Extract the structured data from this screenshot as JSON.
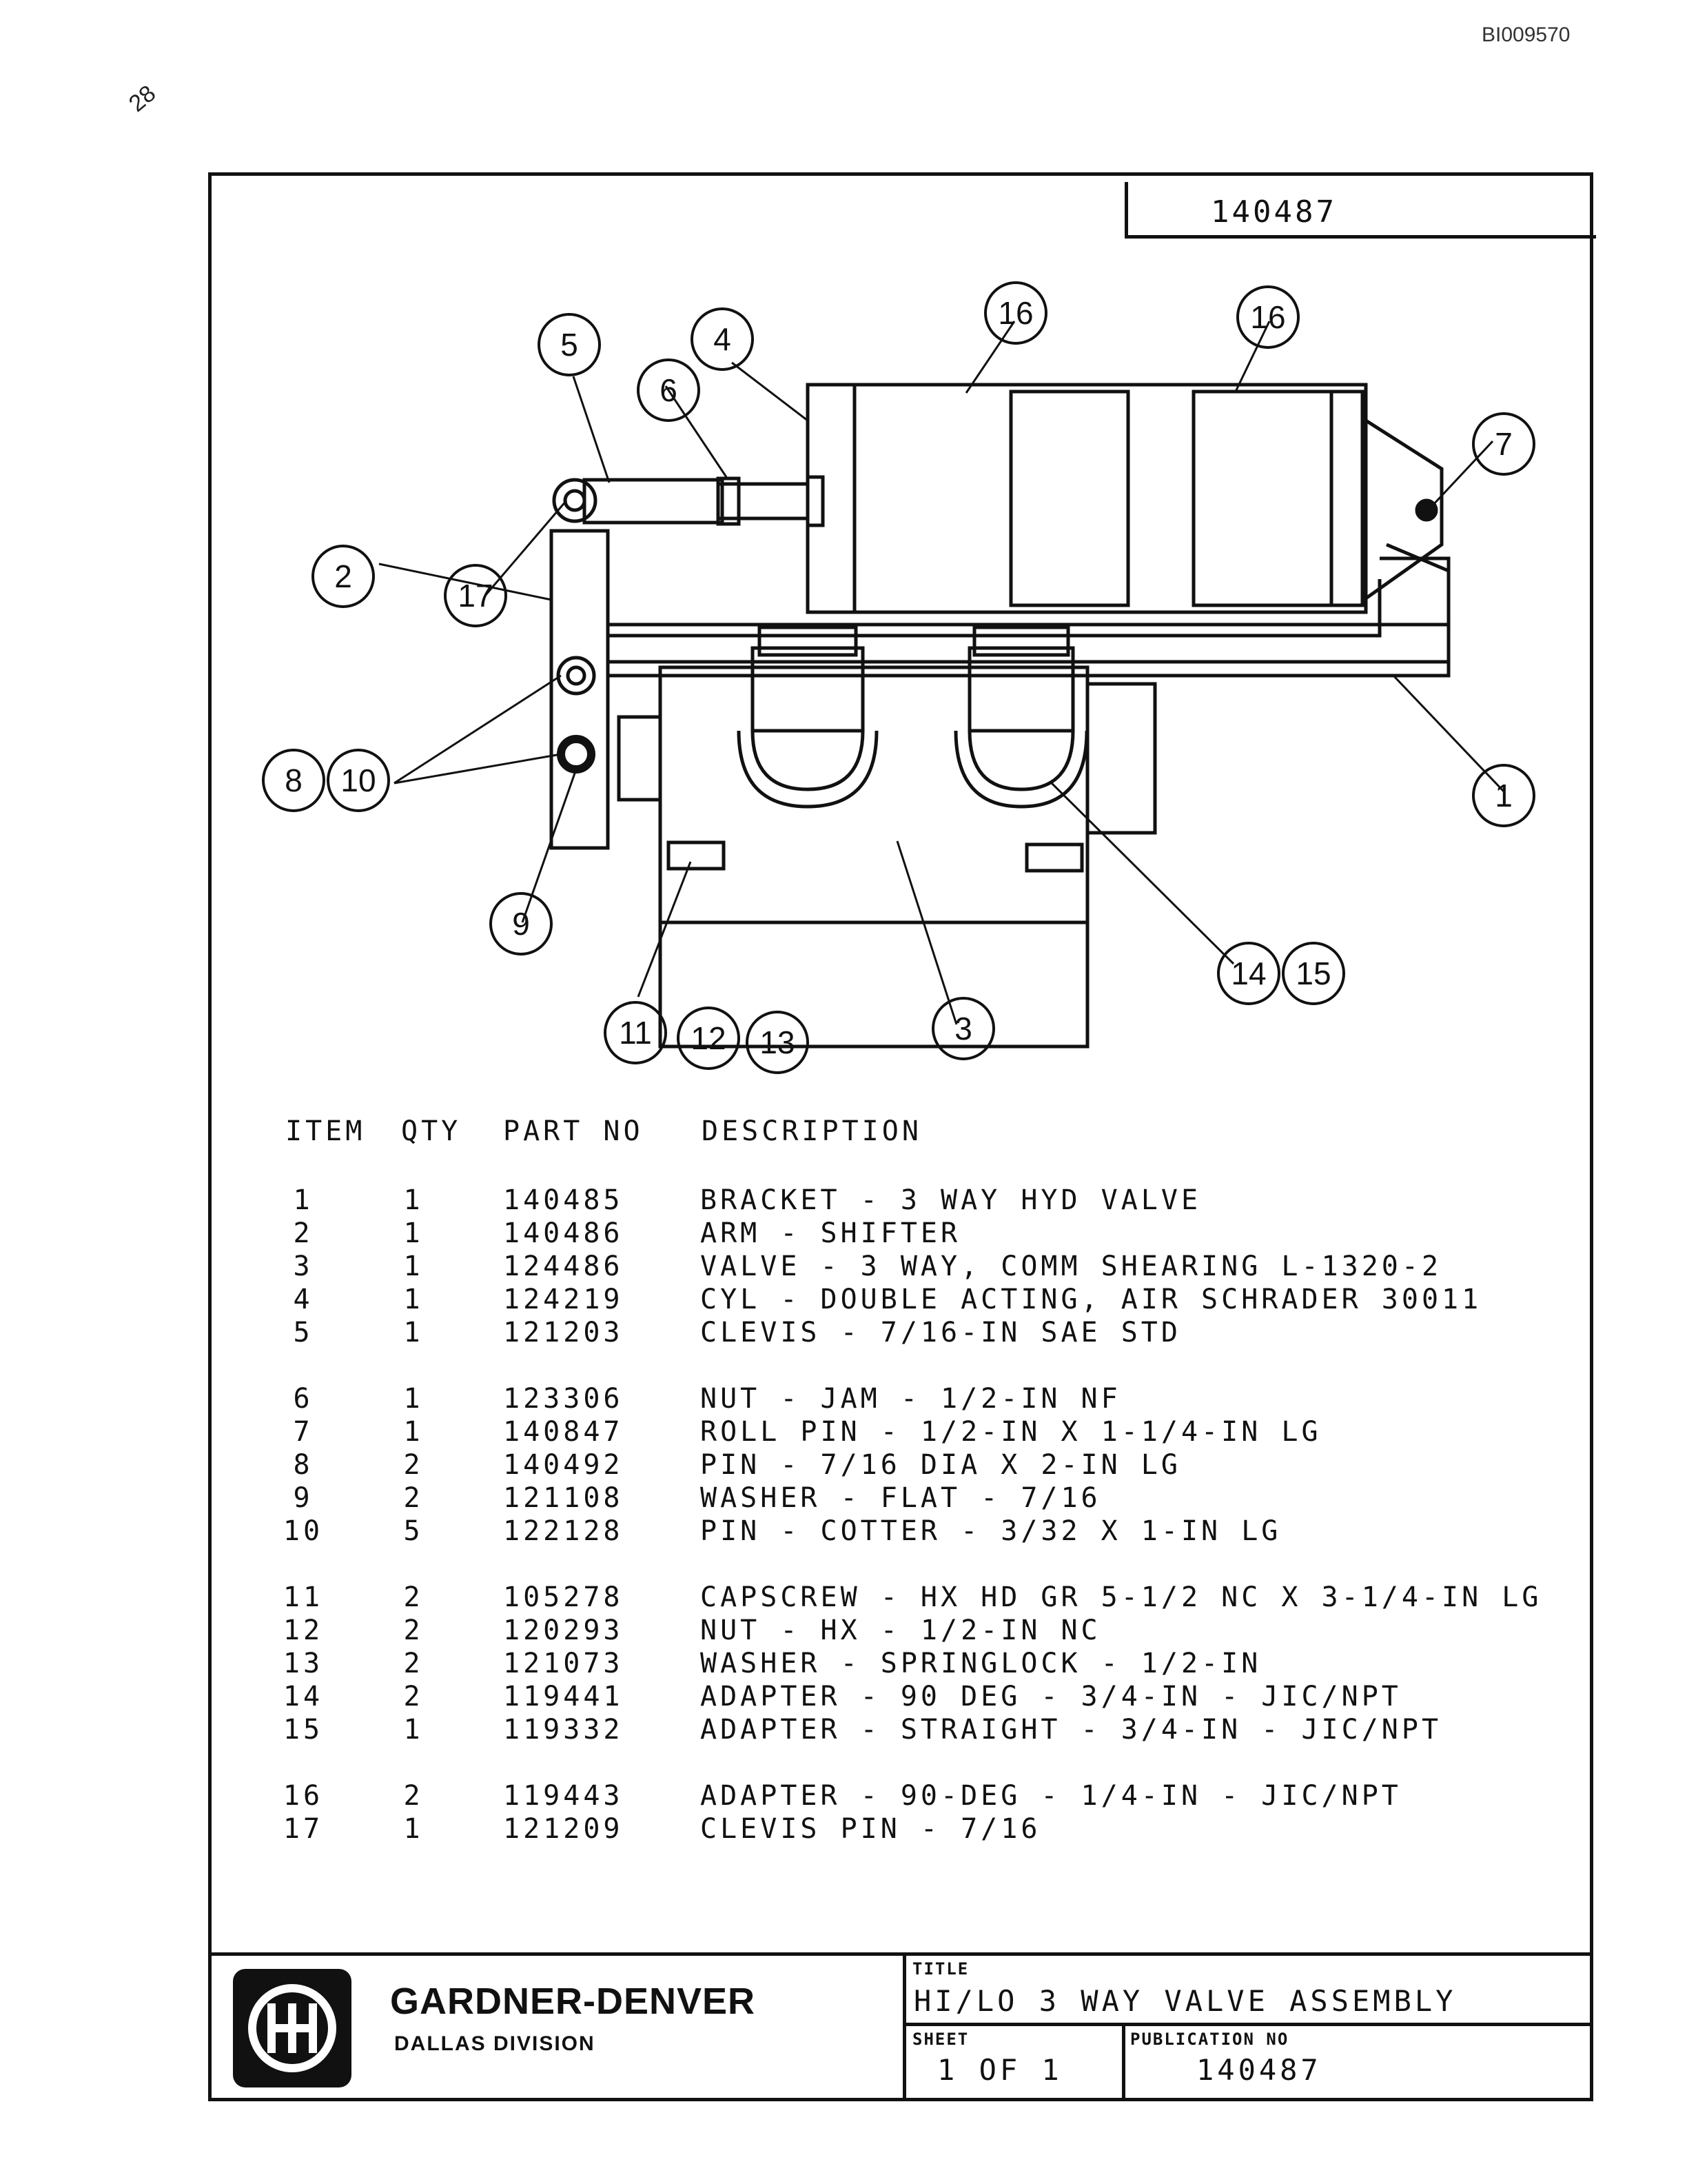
{
  "doc_id": "BI009570",
  "corner_mark": "28",
  "drawing_number": "140487",
  "balloons": [
    "17",
    "5",
    "6",
    "4",
    "16",
    "16",
    "7",
    "2",
    "8",
    "10",
    "9",
    "1",
    "14",
    "15",
    "11",
    "12",
    "13",
    "3"
  ],
  "table": {
    "headers": [
      "ITEM",
      "QTY",
      "PART NO",
      "DESCRIPTION"
    ],
    "rows": [
      [
        "1",
        "1",
        "140485",
        "BRACKET - 3 WAY HYD VALVE"
      ],
      [
        "2",
        "1",
        "140486",
        "ARM - SHIFTER"
      ],
      [
        "3",
        "1",
        "124486",
        "VALVE - 3 WAY, COMM SHEARING L-1320-2"
      ],
      [
        "4",
        "1",
        "124219",
        "CYL - DOUBLE ACTING, AIR SCHRADER 30011"
      ],
      [
        "5",
        "1",
        "121203",
        "CLEVIS - 7/16-IN SAE STD"
      ],
      [
        "6",
        "1",
        "123306",
        "NUT - JAM - 1/2-IN NF"
      ],
      [
        "7",
        "1",
        "140847",
        "ROLL PIN - 1/2-IN X 1-1/4-IN LG"
      ],
      [
        "8",
        "2",
        "140492",
        "PIN - 7/16 DIA X 2-IN LG"
      ],
      [
        "9",
        "2",
        "121108",
        "WASHER - FLAT - 7/16"
      ],
      [
        "10",
        "5",
        "122128",
        "PIN - COTTER - 3/32 X 1-IN LG"
      ],
      [
        "11",
        "2",
        "105278",
        "CAPSCREW - HX HD GR 5-1/2 NC X 3-1/4-IN LG"
      ],
      [
        "12",
        "2",
        "120293",
        "NUT - HX - 1/2-IN NC"
      ],
      [
        "13",
        "2",
        "121073",
        "WASHER - SPRINGLOCK - 1/2-IN"
      ],
      [
        "14",
        "2",
        "119441",
        "ADAPTER - 90 DEG - 3/4-IN - JIC/NPT"
      ],
      [
        "15",
        "1",
        "119332",
        "ADAPTER - STRAIGHT - 3/4-IN - JIC/NPT"
      ],
      [
        "16",
        "2",
        "119443",
        "ADAPTER - 90-DEG - 1/4-IN - JIC/NPT"
      ],
      [
        "17",
        "1",
        "121209",
        "CLEVIS PIN - 7/16"
      ]
    ]
  },
  "title_block": {
    "company": "GARDNER-DENVER",
    "division": "DALLAS DIVISION",
    "title_label": "TITLE",
    "title": "HI/LO 3 WAY VALVE ASSEMBLY",
    "sheet_label": "SHEET",
    "sheet": "1 OF 1",
    "publication_label": "PUBLICATION NO",
    "publication": "140487"
  }
}
